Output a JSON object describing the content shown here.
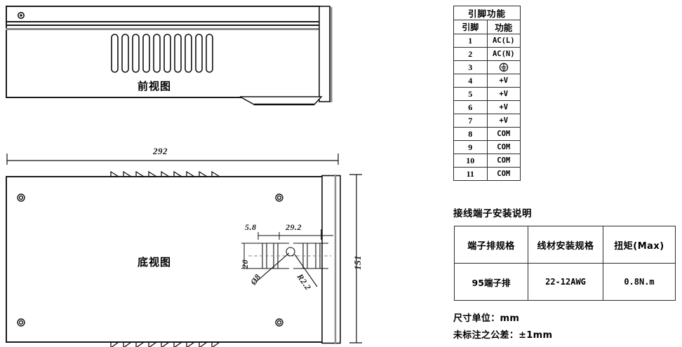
{
  "drawing": {
    "front_view": {
      "label": "前视图",
      "vent_slot_count": 10,
      "screw_icon": "screw-head-icon"
    },
    "bottom_view": {
      "label": "底视图",
      "dimensions": {
        "width": "292",
        "height": "151",
        "slot_offset_left": "5.8",
        "slot_offset_right": "29.2",
        "slot_span_vertical": "20",
        "hole_diameter": "Ø8",
        "slot_radius": "R2.2"
      },
      "mount_hole_icon": "mounting-hole-icon",
      "mount_hole_count": 4
    }
  },
  "pin_table": {
    "title": "引脚功能",
    "headers": [
      "引脚",
      "功能"
    ],
    "rows": [
      {
        "pin": "1",
        "function": "AC(L)"
      },
      {
        "pin": "2",
        "function": "AC(N)"
      },
      {
        "pin": "3",
        "function": "earth-ground-icon"
      },
      {
        "pin": "4",
        "function": "+V"
      },
      {
        "pin": "5",
        "function": "+V"
      },
      {
        "pin": "6",
        "function": "+V"
      },
      {
        "pin": "7",
        "function": "+V"
      },
      {
        "pin": "8",
        "function": "COM"
      },
      {
        "pin": "9",
        "function": "COM"
      },
      {
        "pin": "10",
        "function": "COM"
      },
      {
        "pin": "11",
        "function": "COM"
      }
    ]
  },
  "terminal_section": {
    "heading": "接线端子安装说明",
    "headers": [
      "端子排规格",
      "线材安装规格",
      "扭矩(Max)"
    ],
    "values": [
      "95端子排",
      "22-12AWG",
      "0.8N.m"
    ]
  },
  "notes": {
    "unit": "尺寸单位：mm",
    "tolerance": "未标注之公差：±1mm"
  },
  "colors": {
    "line": "#1a1a1a",
    "accent_grey": "#8a8a8a",
    "background": "#ffffff"
  }
}
